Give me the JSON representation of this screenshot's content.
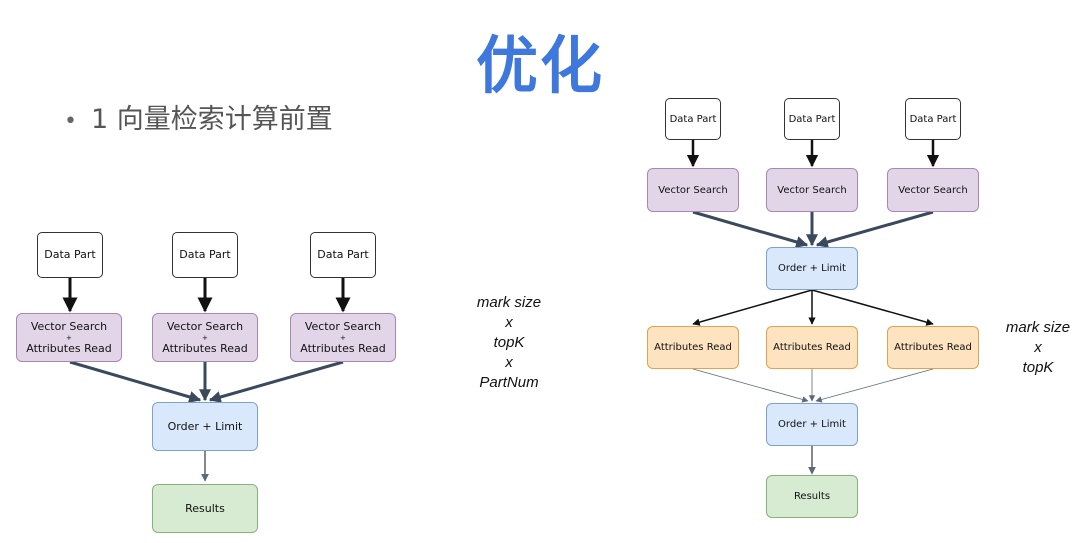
{
  "title": "优化",
  "bullet": "1 向量检索计算前置",
  "left_diagram": {
    "data_part": "Data Part",
    "vs_line1": "Vector Search",
    "vs_plus": "+",
    "vs_line2": "Attributes Read",
    "order_limit": "Order + Limit",
    "results": "Results"
  },
  "left_note": [
    "mark size",
    "x",
    "topK",
    "x",
    "PartNum"
  ],
  "right_diagram": {
    "data_part": "Data Part",
    "vector_search": "Vector Search",
    "order_limit_1": "Order + Limit",
    "attributes_read": "Attributes Read",
    "order_limit_2": "Order + Limit",
    "results": "Results"
  },
  "right_note": [
    "mark size",
    "x",
    "topK"
  ],
  "colors": {
    "title": "#3f78dc",
    "purple_fill": "#e2d5e8",
    "blue_fill": "#d9e8fb",
    "green_fill": "#d6ebd2",
    "orange_fill": "#fde3c0",
    "thick_arrow": "#3a4a5c"
  }
}
